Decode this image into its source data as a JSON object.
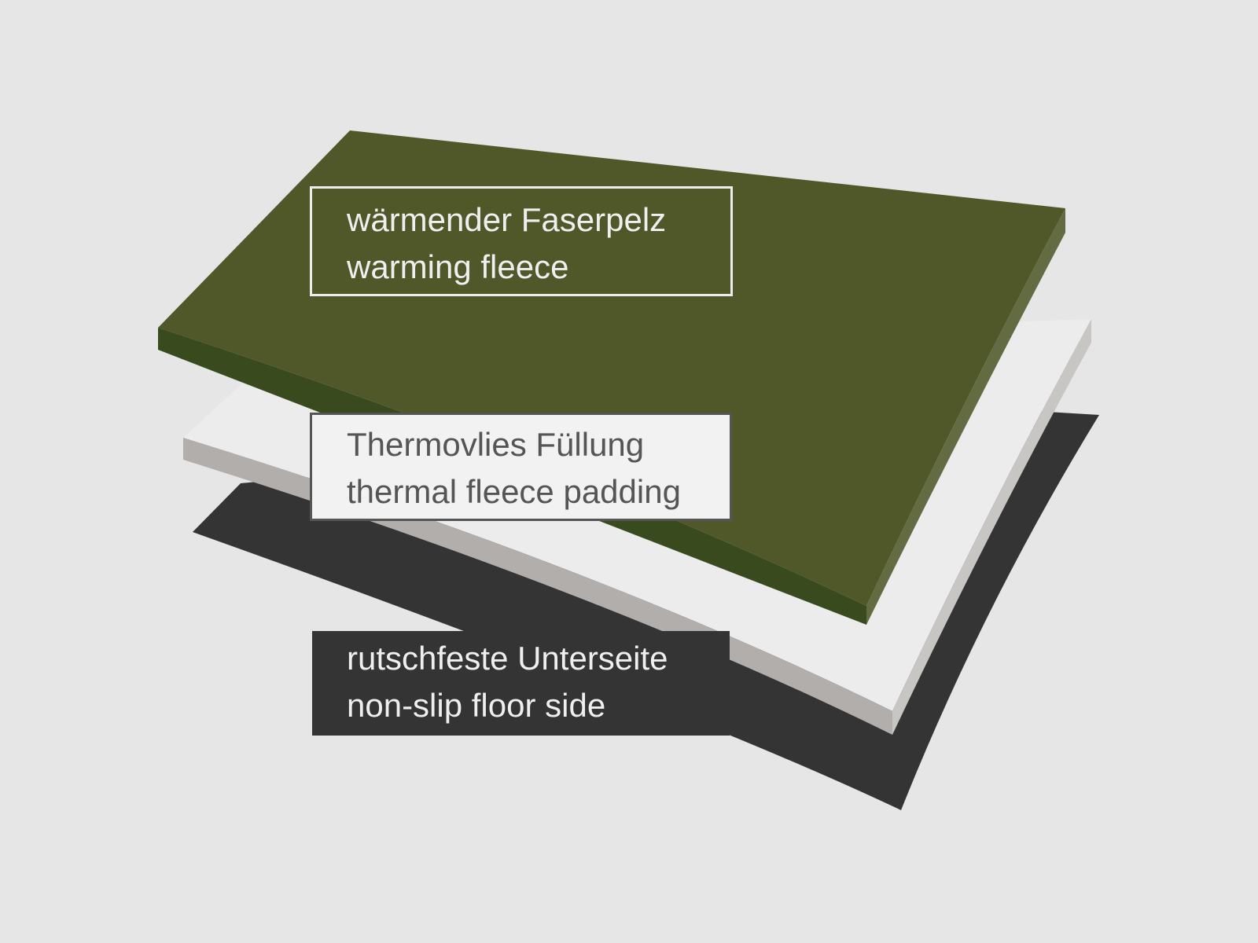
{
  "colors": {
    "background": "#e6e6e6",
    "fleece_top": "#50582a",
    "fleece_edge_front": "#394a1e",
    "fleece_edge_side": "#636b42",
    "padding_top": "#ececec",
    "padding_edge_front": "#b1aeab",
    "padding_edge_side": "#c8c6c3",
    "floor": "#343434",
    "fleece_box_border": "#ececec",
    "padding_box_border": "#555555",
    "padding_box_fill": "#f2f2f2",
    "floor_box_fill": "#343434"
  },
  "layers": [
    {
      "id": "fleece",
      "label_de": "wärmender Faserpelz",
      "label_en": "warming fleece"
    },
    {
      "id": "padding",
      "label_de": "Thermovlies Füllung",
      "label_en": "thermal fleece padding"
    },
    {
      "id": "floor",
      "label_de": "rutschfeste Unterseite",
      "label_en": "non-slip floor side"
    }
  ]
}
